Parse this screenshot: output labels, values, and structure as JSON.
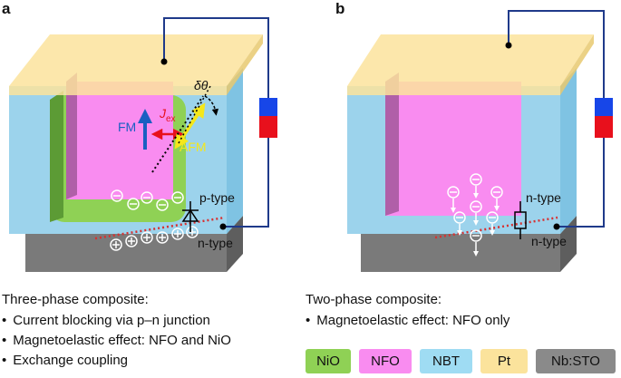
{
  "panels": {
    "a": {
      "letter": "a",
      "labels": {
        "fm": "FM",
        "jex": "J",
        "jex_sub": "ex",
        "afm": "AFM",
        "delta_theta": "δθ",
        "p_type": "p-type",
        "n_type": "n-type"
      },
      "caption": "Three-phase composite:",
      "bullets": [
        "Current blocking via p–n junction",
        "Magnetoelastic effect: NFO and NiO",
        "Exchange coupling"
      ]
    },
    "b": {
      "letter": "b",
      "labels": {
        "n_type_top": "n-type",
        "n_type_bottom": "n-type"
      },
      "caption": "Two-phase composite:",
      "bullets": [
        "Magnetoelastic effect: NFO only"
      ]
    }
  },
  "legend": [
    {
      "label": "NiO",
      "color": "#8fd155"
    },
    {
      "label": "NFO",
      "color": "#f98cf0"
    },
    {
      "label": "NBT",
      "color": "#9fdcf3"
    },
    {
      "label": "Pt",
      "color": "#fbe39c"
    },
    {
      "label": "Nb:STO",
      "color": "#8a8a8a"
    }
  ],
  "colors": {
    "wire": "#1f3a8a",
    "battery_positive": "#1746e8",
    "battery_negative": "#e8101c",
    "jex_arrow": "#e8101c",
    "afm_arrow": "#f5e71a",
    "fm_arrow": "#1a5fc2",
    "interface_dots": "#d83030"
  }
}
